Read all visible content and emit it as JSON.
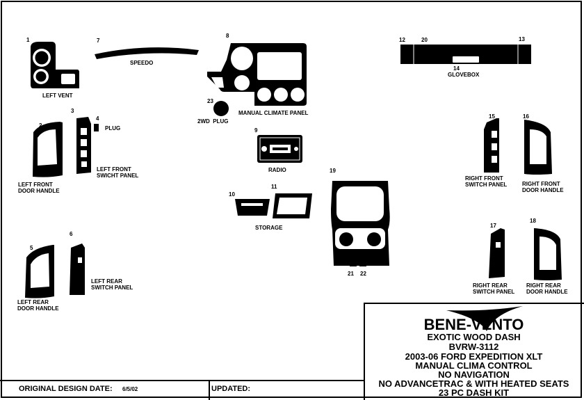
{
  "brand": {
    "name": "BENE-VENTO",
    "tagline": "EXOTIC WOOD DASH"
  },
  "kit": {
    "part_number": "BVRW-3112",
    "vehicle": "2003-06 FORD EXPEDITION XLT",
    "option1": "MANUAL CLIMA CONTROL",
    "option2": "NO NAVIGATION",
    "option3": "NO ADVANCETRAC & WITH HEATED SEATS",
    "piece_count": "23 PC  DASH KIT"
  },
  "footer": {
    "original_label": "ORIGINAL DESIGN DATE:",
    "original_date": "6/5/02",
    "updated_label": "UPDATED:"
  },
  "numbers": {
    "n1": "1",
    "n2": "2",
    "n3": "3",
    "n4": "4",
    "n5": "5",
    "n6": "6",
    "n7": "7",
    "n8": "8",
    "n9": "9",
    "n10": "10",
    "n11": "11",
    "n12": "12",
    "n13": "13",
    "n14": "14",
    "n15": "15",
    "n16": "16",
    "n17": "17",
    "n18": "18",
    "n19": "19",
    "n20": "20",
    "n21": "21",
    "n22": "22",
    "n23": "23"
  },
  "labels": {
    "left_vent": "LEFT VENT",
    "speedo": "SPEEDO",
    "manual_climate": "MANUAL CLIMATE PANEL",
    "wd_plug": "2WD  PLUG",
    "glovebox": "GLOVEBOX",
    "plug": "PLUG",
    "left_front_door": "LEFT FRONT\nDOOR HANDLE",
    "left_front_switch": "LEFT FRONT\nSWICHT PANEL",
    "radio": "RADIO",
    "storage": "STORAGE",
    "right_front_switch": "RIGHT FRONT\nSWITCH PANEL",
    "right_front_door": "RIGHT FRONT\nDOOR HANDLE",
    "left_rear_door": "LEFT REAR\nDOOR HANDLE",
    "left_rear_switch": "LEFT REAR\nSWITCH PANEL",
    "right_rear_switch": "RIGHT REAR\nSWITCH PANEL",
    "right_rear_door": "RIGHT REAR\nDOOR HANDLE"
  }
}
